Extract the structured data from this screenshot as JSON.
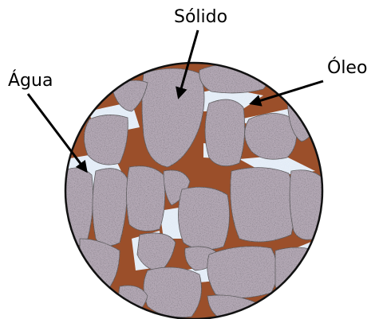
{
  "labels": {
    "solid": "Sólido",
    "water": "Água",
    "oil": "Óleo"
  },
  "colors": {
    "solid": "#b4a9b5",
    "oil": "#9b4f2a",
    "water": "#e7eff8",
    "outline": "#1a1a1a"
  }
}
